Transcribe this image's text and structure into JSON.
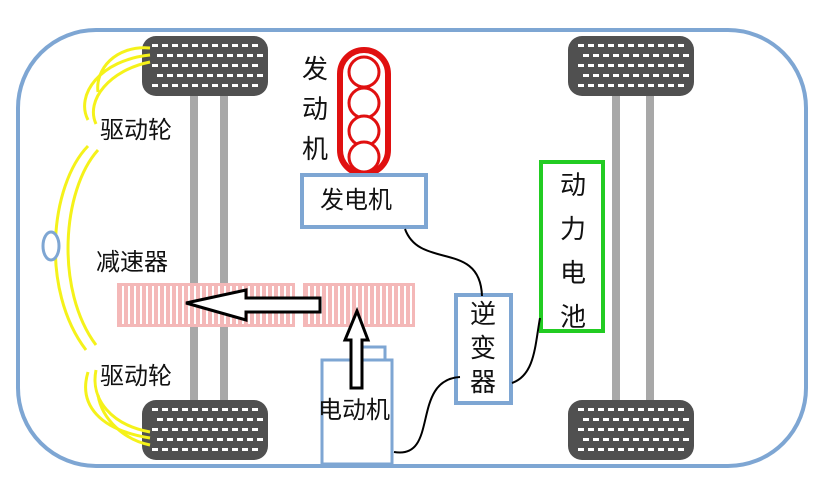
{
  "diagram": {
    "labels": {
      "drive_wheel_top": "驱动轮",
      "drive_wheel_bottom": "驱动轮",
      "reducer": "减速器",
      "engine": "发动机",
      "generator": "发电机",
      "motor": "电动机",
      "inverter": "逆变器",
      "battery": "动力电池"
    },
    "colors": {
      "chassis_outline": "#7ea6d3",
      "engine_cylinders": "#e01010",
      "battery_border": "#22cc22",
      "reducer_fill": "#f4b8b8",
      "drive_arc": "#f5f21a",
      "axle": "#a8a8a8",
      "tire": "#505050",
      "arrow_fill": "#ffffff",
      "wire": "#000000"
    }
  }
}
